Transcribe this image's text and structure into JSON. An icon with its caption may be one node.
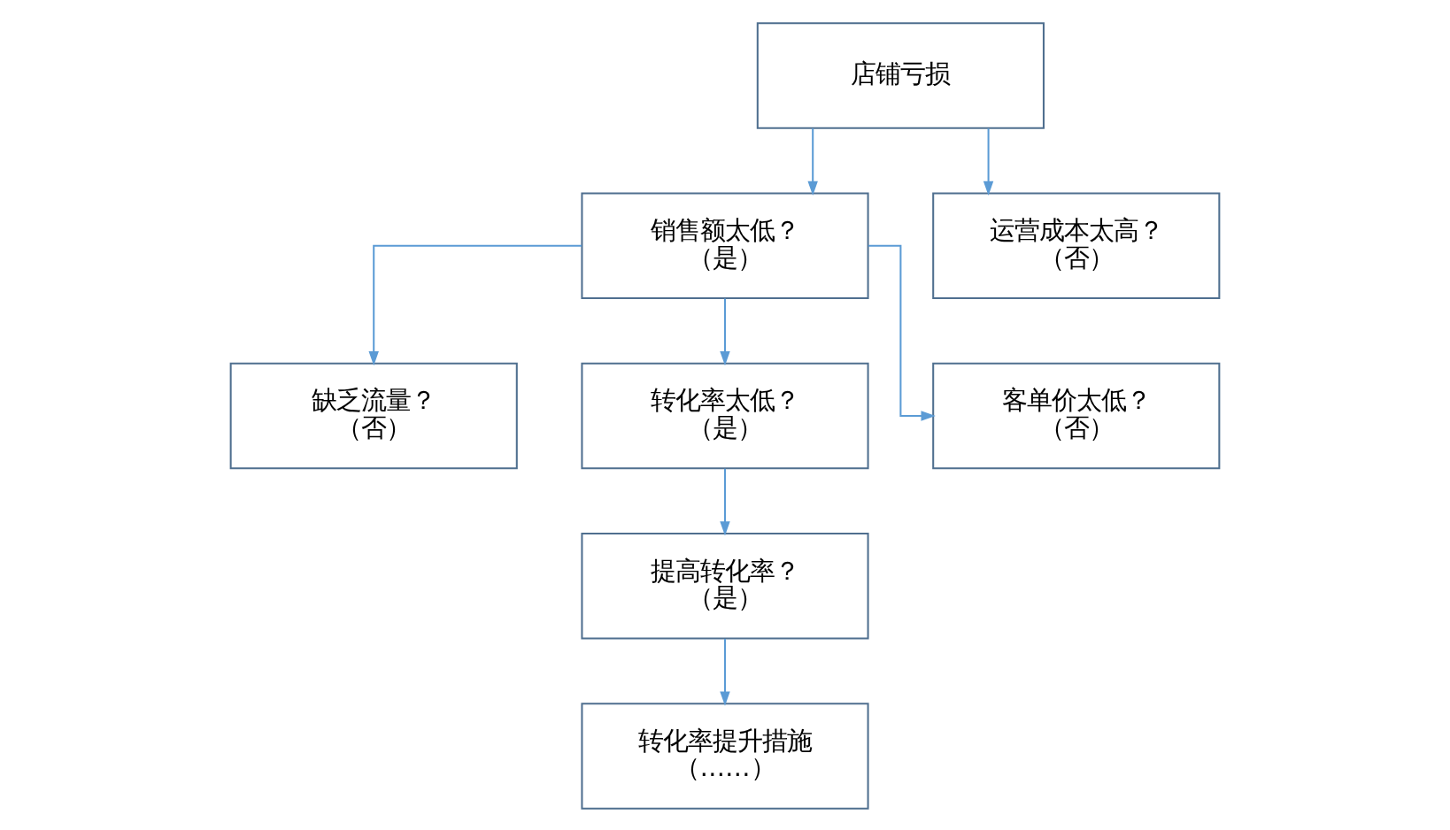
{
  "diagram": {
    "nodes": [
      {
        "text": [
          "店铺亏损"
        ]
      },
      {
        "text": [
          "销售额太低？",
          "（是）"
        ]
      },
      {
        "text": [
          "运营成本太高？",
          "（否）"
        ]
      },
      {
        "text": [
          "缺乏流量？",
          "（否）"
        ]
      },
      {
        "text": [
          "转化率太低？",
          "（是）"
        ]
      },
      {
        "text": [
          "客单价太低？",
          "（否）"
        ]
      },
      {
        "text": [
          "提高转化率？",
          "（是）"
        ]
      },
      {
        "text": [
          "转化率提升措施",
          "（……）"
        ]
      }
    ],
    "edges": [
      {
        "from": 0,
        "to": 1,
        "arrow": "to"
      },
      {
        "from": 0,
        "to": 2,
        "arrow": "to"
      },
      {
        "from": 1,
        "to": 3,
        "arrow": "to"
      },
      {
        "from": 1,
        "to": 4,
        "arrow": "to"
      },
      {
        "from": 1,
        "to": 5,
        "arrow": "to"
      },
      {
        "from": 4,
        "to": 6,
        "arrow": "to"
      },
      {
        "from": 6,
        "to": 7,
        "arrow": "to"
      }
    ]
  }
}
